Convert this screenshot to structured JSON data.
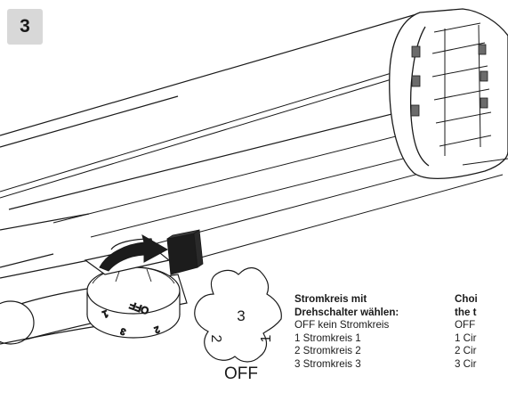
{
  "step": {
    "number": "3"
  },
  "dial_detail": {
    "labels": [
      "3",
      "2",
      "1",
      "OFF"
    ]
  },
  "knob_markings": [
    "OFF",
    "1",
    "2",
    "3"
  ],
  "legend_de": {
    "title": [
      "Stromkreis mit",
      "Drehschalter wählen:"
    ],
    "items": [
      "OFF kein Stromkreis",
      "1 Stromkreis 1",
      "2 Stromkreis 2",
      "3 Stromkreis 3"
    ]
  },
  "legend_en": {
    "title": [
      "Choi",
      "the t"
    ],
    "items": [
      "OFF",
      "1 Cir",
      "2 Cir",
      "3 Cir"
    ]
  },
  "colors": {
    "line": "#1a1a1a",
    "badge": "#d8d8d8",
    "adapter": "#1c1c1c",
    "fill": "#ffffff"
  }
}
